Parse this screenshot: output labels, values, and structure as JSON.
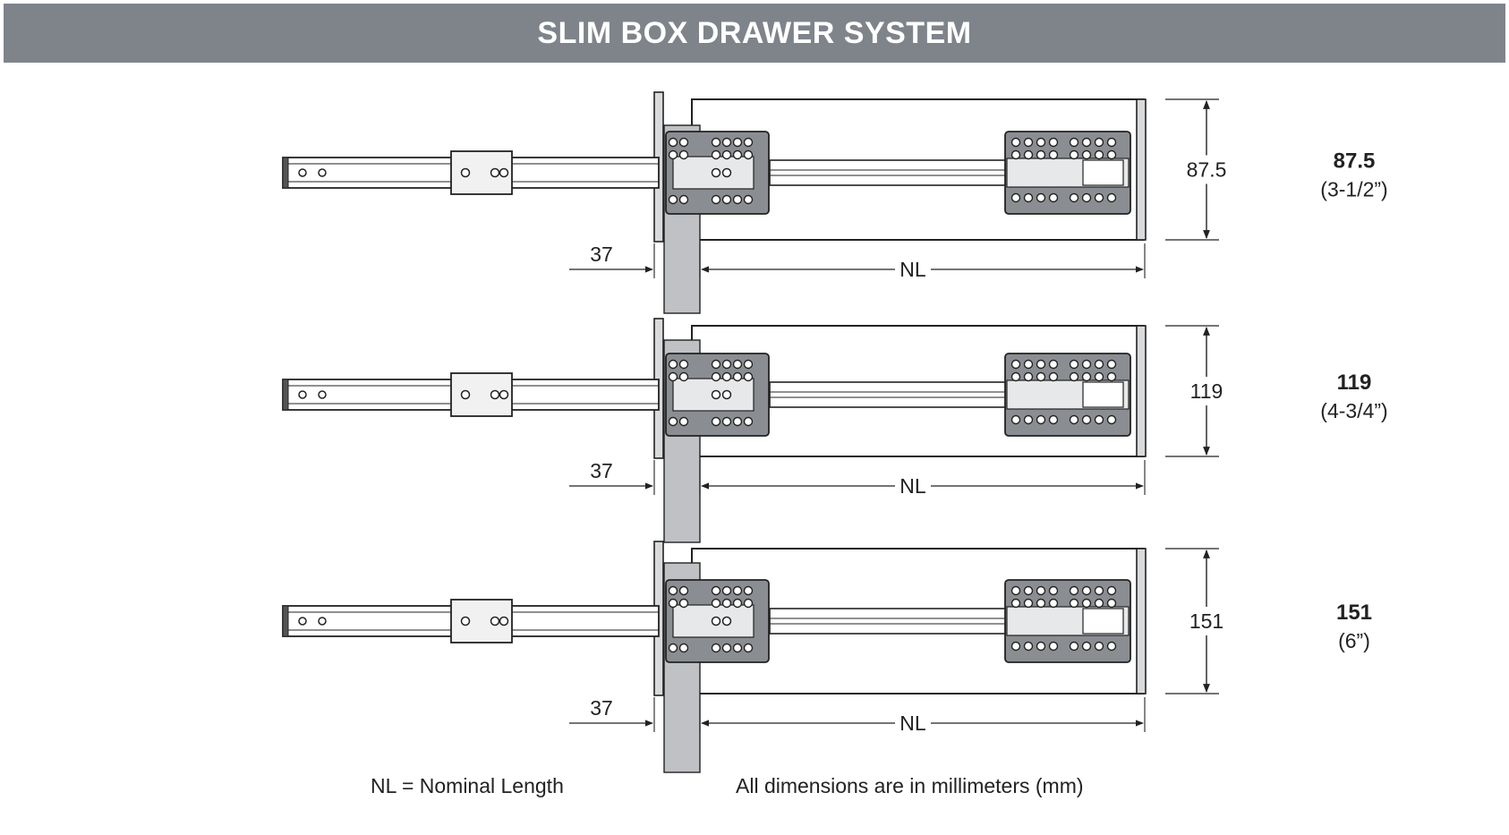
{
  "header": {
    "title": "SLIM BOX DRAWER SYSTEM"
  },
  "colors": {
    "header_bg": "#7f848b",
    "line": "#222222",
    "bracket_fill": "#8a8d91",
    "panel_fill": "#ffffff"
  },
  "rows": [
    {
      "height_label": "87.5",
      "height_bold": "87.5",
      "height_inch": "(3-1/2”)",
      "left_dim": "37",
      "nl_label": "NL"
    },
    {
      "height_label": "119",
      "height_bold": "119",
      "height_inch": "(4-3/4”)",
      "left_dim": "37",
      "nl_label": "NL"
    },
    {
      "height_label": "151",
      "height_bold": "151",
      "height_inch": "(6”)",
      "left_dim": "37",
      "nl_label": "NL"
    }
  ],
  "footer": {
    "legend": "NL  =  Nominal Length",
    "units_note": "All dimensions are in millimeters (mm)"
  }
}
